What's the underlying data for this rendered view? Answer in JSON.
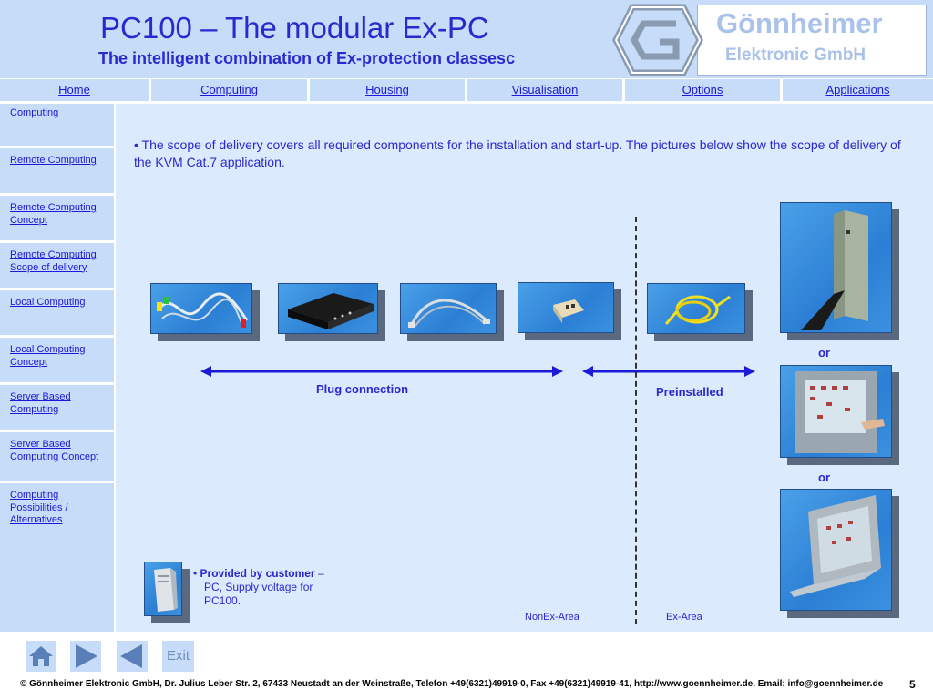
{
  "header": {
    "title": "PC100 – The modular Ex-PC",
    "subtitle": "The intelligent combination of Ex-protection classesc",
    "logo_name": "Gönnheimer",
    "logo_sub": "Elektronic GmbH"
  },
  "nav": {
    "items": [
      {
        "label": "Home"
      },
      {
        "label": "Computing"
      },
      {
        "label": "Housing"
      },
      {
        "label": "Visualisation"
      },
      {
        "label": "Options"
      },
      {
        "label": "Applications"
      }
    ]
  },
  "sidebar": {
    "items": [
      {
        "label": "Computing"
      },
      {
        "label": "Remote Computing"
      },
      {
        "label": "Remote Computing Concept"
      },
      {
        "label": "Remote Computing Scope of delivery"
      },
      {
        "label": "Local Computing"
      },
      {
        "label": "Local Computing Concept"
      },
      {
        "label": "Server Based Computing"
      },
      {
        "label": "Server Based Computing Concept"
      },
      {
        "label": "Computing Possibilities / Alternatives"
      }
    ]
  },
  "content": {
    "bullet_text": "• The scope of delivery covers all required components for the installation and start-up. The pictures below show the scope of delivery of the KVM Cat.7 application.",
    "plug_connection": "Plug connection",
    "preinstalled": "Preinstalled",
    "or_1": "or",
    "or_2": "or",
    "nonex_area": "NonEx-Area",
    "ex_area": "Ex-Area",
    "customer_title": "Provided by customer",
    "customer_dash": "–",
    "customer_text": "PC, Supply voltage for PC100.",
    "customer_bullet": "•"
  },
  "footer": {
    "exit_label": "Exit",
    "copyright": "©   Gönnheimer Elektronic GmbH, Dr. Julius Leber Str. 2, 67433 Neustadt an der Weinstraße, Telefon +49(6321)49919-0, Fax +49(6321)49919-41, http://www.goennheimer.de, Email: info@goennheimer.de",
    "page_number": "5"
  },
  "colors": {
    "accent": "#2a28d0",
    "panel": "#c7dcf8",
    "content_bg": "#dbeafc",
    "link": "#1a1ad8"
  },
  "icons": [
    "home-icon",
    "next-arrow-icon",
    "previous-arrow-icon"
  ]
}
